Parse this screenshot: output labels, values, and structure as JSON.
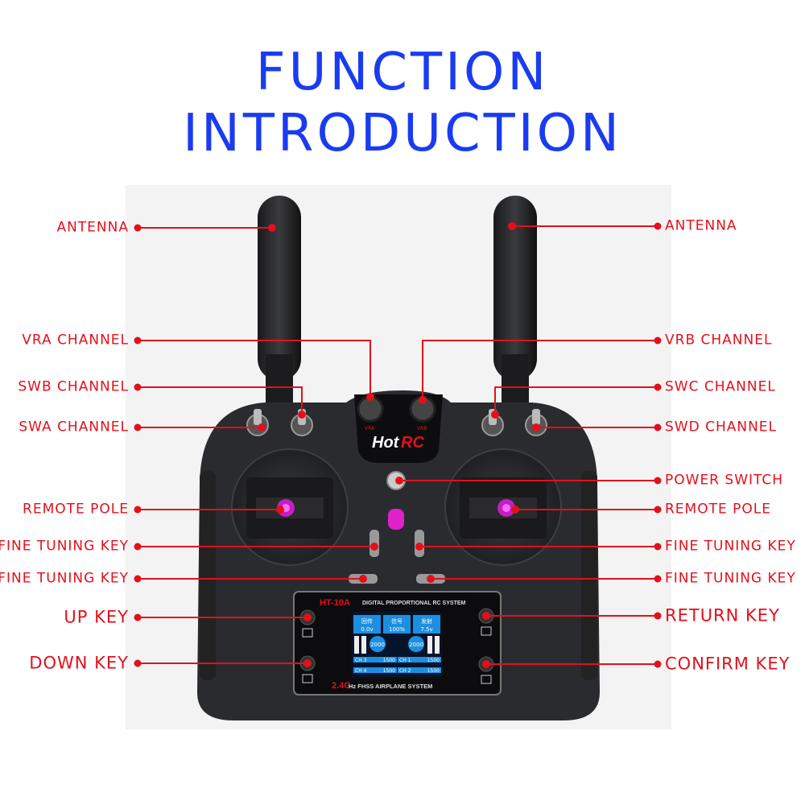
{
  "title": {
    "line1": "FUNCTION",
    "line2": "INTRODUCTION"
  },
  "device": {
    "brand_hot": "Hot",
    "brand_rc": "RC",
    "knob_left": "VRA",
    "knob_right": "VRB",
    "screen": {
      "model": "HT-10A",
      "header": "DIGITAL PROPORTIONAL RC SYSTEM",
      "footer_freq": "2.4G",
      "footer_text": "Hz FHSS AIRPLANE SYSTEM",
      "tiles": [
        {
          "label": "回传",
          "value": "0.0v"
        },
        {
          "label": "信号",
          "value": "100%"
        },
        {
          "label": "发射",
          "value": "7.5v"
        }
      ],
      "gauge_left": "2000",
      "gauge_right": "2000",
      "channels": [
        {
          "name": "CH 3",
          "value": "1500"
        },
        {
          "name": "CH 1",
          "value": "1500"
        },
        {
          "name": "CH 4",
          "value": "1500"
        },
        {
          "name": "CH 2",
          "value": "1500"
        }
      ]
    }
  },
  "labels": {
    "left": [
      "ANTENNA",
      "VRA CHANNEL",
      "SWB CHANNEL",
      "SWA CHANNEL",
      "REMOTE POLE",
      "FINE TUNING KEY",
      "FINE TUNING KEY",
      "UP KEY",
      "DOWN KEY"
    ],
    "right": [
      "ANTENNA",
      "VRB CHANNEL",
      "SWC CHANNEL",
      "SWD CHANNEL",
      "POWER SWITCH",
      "REMOTE POLE",
      "FINE TUNING KEY",
      "FINE TUNING KEY",
      "RETURN KEY",
      "CONFIRM KEY"
    ]
  },
  "colors": {
    "title": "#1a3cf0",
    "callout": "#e3101b",
    "body": "#2a2b2e",
    "screen": "#1d8fe0"
  }
}
